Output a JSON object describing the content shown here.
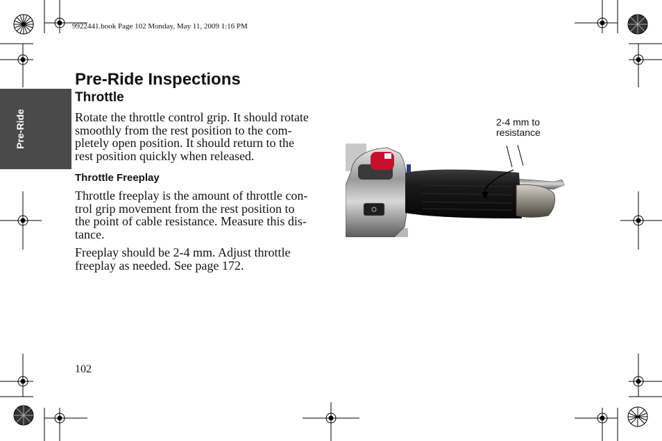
{
  "header": {
    "file_info": "9922441.book  Page 102  Monday, May 11, 2009  1:16 PM"
  },
  "side_tab": {
    "label": "Pre-Ride"
  },
  "content": {
    "title": "Pre-Ride Inspections",
    "subtitle": "Throttle",
    "intro_lines": [
      "Rotate the throttle control grip. It should rotate",
      "smoothly from the rest position to the com-",
      "pletely open position. It should return to the",
      "rest position quickly when released."
    ],
    "freeplay_heading": "Throttle Freeplay",
    "freeplay_lines": [
      "Throttle freeplay is the amount of throttle con-",
      "trol grip movement from the rest position to",
      "the point of cable resistance. Measure this dis-",
      "tance."
    ],
    "adjust_lines": [
      "Freeplay should be 2-4 mm. Adjust throttle",
      "freeplay as needed. See page 172."
    ]
  },
  "figure": {
    "callout_lines": [
      "2-4 mm to",
      "resistance"
    ]
  },
  "footer": {
    "page_number": "102"
  }
}
